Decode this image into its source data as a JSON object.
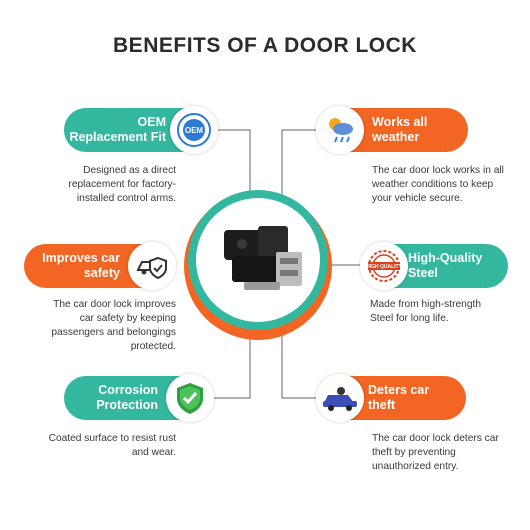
{
  "title": "BENEFITS OF A DOOR LOCK",
  "benefits": {
    "oem": {
      "label_line1": "OEM",
      "label_line2": "Replacement Fit",
      "icon_text": "OEM",
      "desc_lines": [
        "Designed as a direct",
        "replacement for factory-",
        "installed control arms."
      ]
    },
    "weather": {
      "label_line1": "Works all",
      "label_line2": "weather",
      "desc_lines": [
        "The car door lock works in all",
        "weather conditions to keep",
        "your vehicle secure."
      ]
    },
    "safety": {
      "label_line1": "Improves car",
      "label_line2": "safety",
      "desc_lines": [
        "The car door lock improves",
        "car safety by keeping",
        "passengers and belongings",
        "protected."
      ]
    },
    "quality": {
      "label_line1": "High-Quality",
      "label_line2": "Steel",
      "icon_text": "HIGH QUALITY",
      "desc_lines": [
        "Made from high-strength",
        "Steel for long life."
      ]
    },
    "corrosion": {
      "label_line1": "Corrosion",
      "label_line2": "Protection",
      "desc_lines": [
        "Coated surface to resist rust",
        "and wear."
      ]
    },
    "theft": {
      "label_line1": "Deters car",
      "label_line2": "theft",
      "desc_lines": [
        "The car door lock deters car",
        "theft by preventing",
        "unauthorized entry."
      ]
    }
  },
  "colors": {
    "teal": "#34b79f",
    "orange": "#f26522",
    "title": "#2b2b2b"
  },
  "icons": [
    "oem-badge-icon",
    "weather-icon",
    "car-shield-icon",
    "quality-stamp-icon",
    "green-shield-check-icon",
    "car-thief-icon",
    "door-lock-actuator-image"
  ]
}
